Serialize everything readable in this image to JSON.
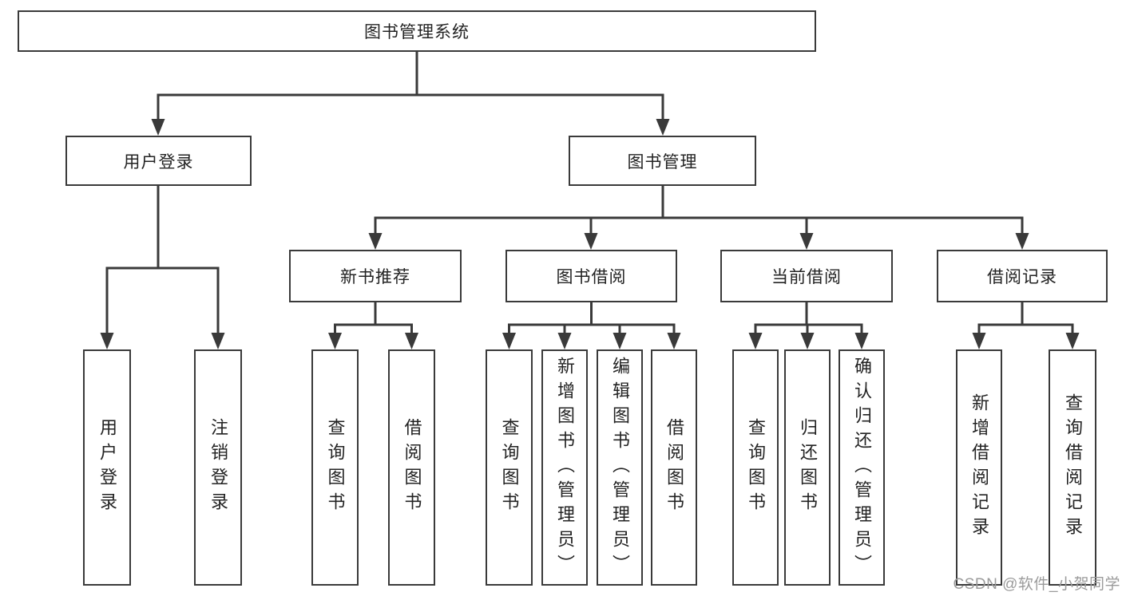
{
  "colors": {
    "line": "#3a3a3a",
    "text": "#232323",
    "background": "#ffffff",
    "watermark": "#9b9b9b"
  },
  "watermark": {
    "text": "CSDN @软件_小贺同学"
  },
  "tree": {
    "root": {
      "label": "图书管理系统"
    },
    "branches": [
      {
        "label": "用户登录",
        "children": [
          {
            "label": "用户登录"
          },
          {
            "label": "注销登录"
          }
        ]
      },
      {
        "label": "图书管理",
        "children": [
          {
            "label": "新书推荐",
            "children": [
              {
                "label": "查询图书"
              },
              {
                "label": "借阅图书"
              }
            ]
          },
          {
            "label": "图书借阅",
            "children": [
              {
                "label": "查询图书"
              },
              {
                "label": "新增图书（管理员）"
              },
              {
                "label": "编辑图书（管理员）"
              },
              {
                "label": "借阅图书"
              }
            ]
          },
          {
            "label": "当前借阅",
            "children": [
              {
                "label": "查询图书"
              },
              {
                "label": "归还图书"
              },
              {
                "label": "确认归还（管理员）"
              }
            ]
          },
          {
            "label": "借阅记录",
            "children": [
              {
                "label": "新增借阅记录"
              },
              {
                "label": "查询借阅记录"
              }
            ]
          }
        ]
      }
    ]
  }
}
